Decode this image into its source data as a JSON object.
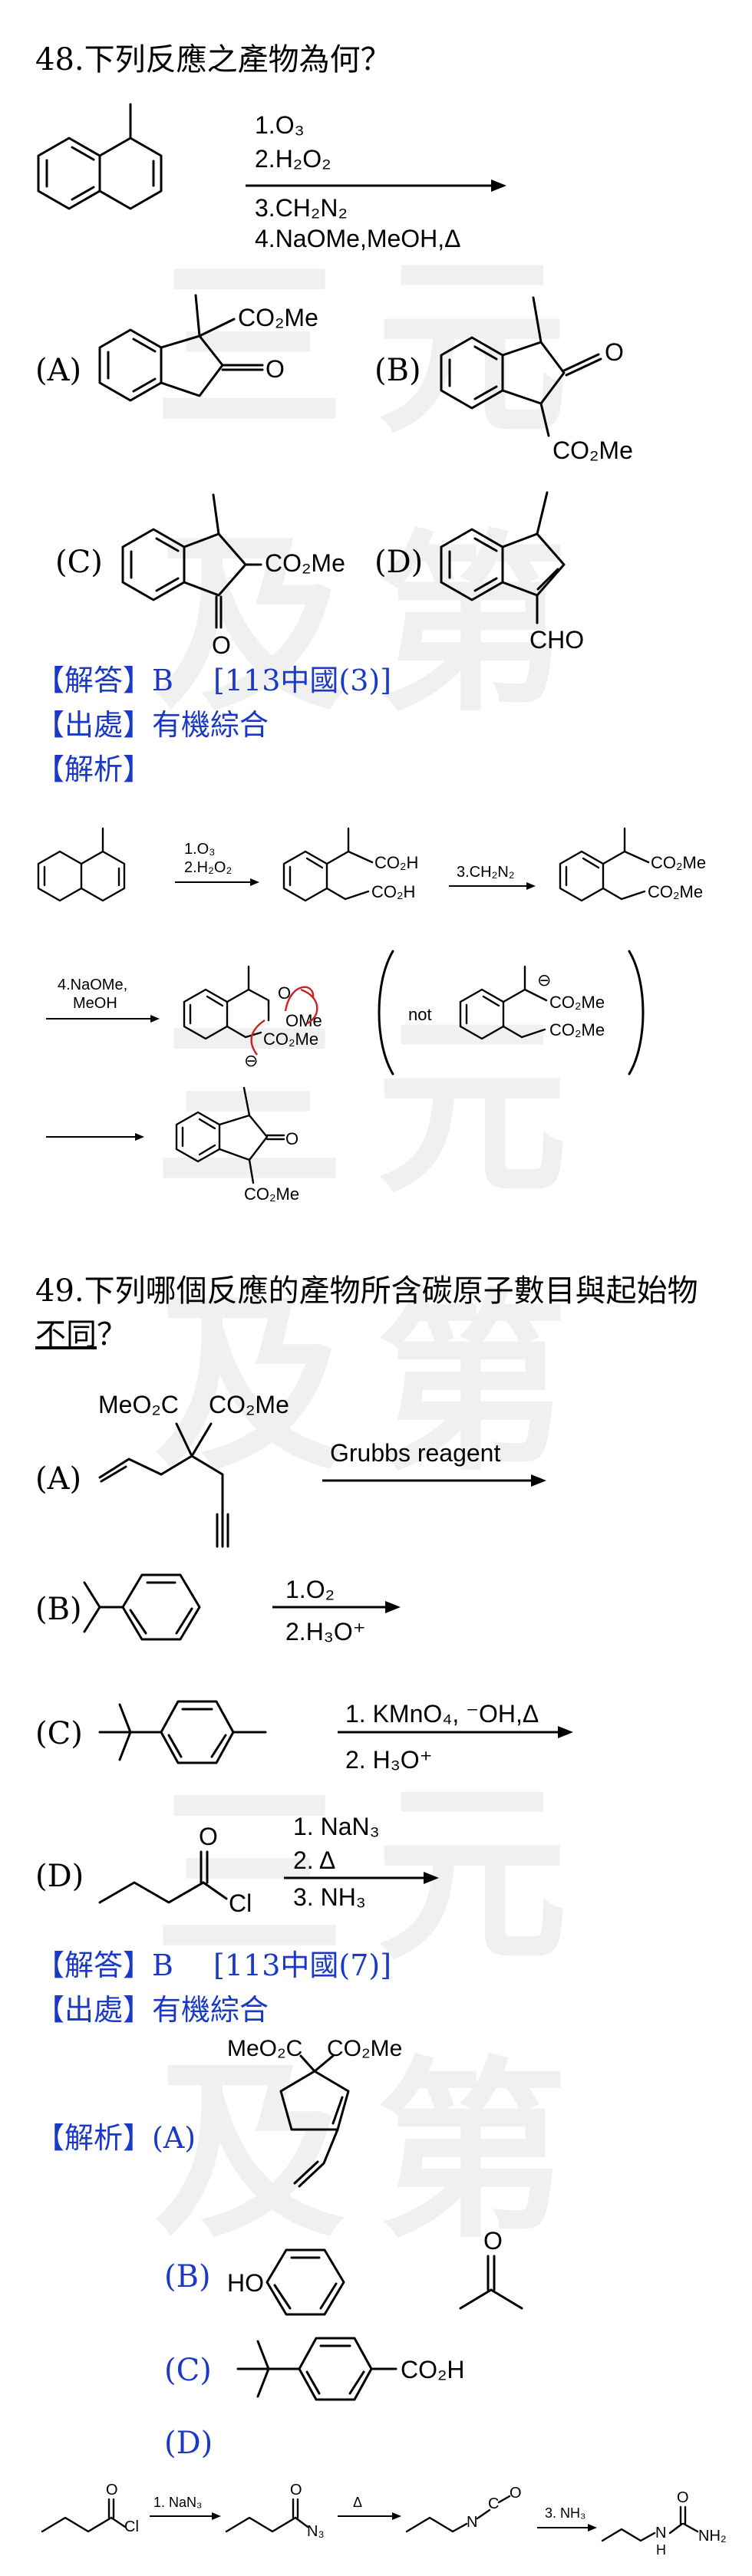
{
  "watermark": "三元及第",
  "q48": {
    "stem": "48.下列反應之產物為何？",
    "reagents": [
      "1.O₃",
      "2.H₂O₂",
      "3.CH₂N₂",
      "4.NaOMe,MeOH,Δ"
    ],
    "options": {
      "A": {
        "letter": "(A)",
        "groups": [
          "CO₂Me",
          "O"
        ]
      },
      "B": {
        "letter": "(B)",
        "groups": [
          "O",
          "CO₂Me"
        ]
      },
      "C": {
        "letter": "(C)",
        "groups": [
          "CO₂Me",
          "O"
        ]
      },
      "D": {
        "letter": "(D)",
        "groups": [
          "CHO"
        ]
      }
    },
    "answer_label": "【解答】",
    "answer": "B",
    "answer_source": "[113中國(3)]",
    "origin_label": "【出處】",
    "origin": "有機綜合",
    "analysis_label": "【解析】",
    "scheme": {
      "step1": [
        "1.O₃",
        "2.H₂O₂"
      ],
      "int1_groups": [
        "CO₂H",
        "CO₂H"
      ],
      "step2": "3.CH₂N₂",
      "int2_groups": [
        "CO₂Me",
        "CO₂Me"
      ],
      "step3": [
        "4.NaOMe,",
        "MeOH"
      ],
      "enolate_groups": [
        "O",
        "OMe",
        "CO₂Me",
        "⊖"
      ],
      "not_label": "not",
      "not_groups": [
        "⊖",
        "CO₂Me",
        "CO₂Me"
      ],
      "final_groups": [
        "O",
        "CO₂Me"
      ]
    }
  },
  "q49": {
    "stem_line1": "49.下列哪個反應的產物所含碳原子數目與起始物",
    "stem_underlined": "不同",
    "stem_end": "？",
    "options": {
      "A": {
        "letter": "(A)",
        "groups": [
          "MeO₂C",
          "CO₂Me"
        ],
        "reagent": "Grubbs reagent"
      },
      "B": {
        "letter": "(B)",
        "reagents": [
          "1.O₂",
          "2.H₃O⁺"
        ]
      },
      "C": {
        "letter": "(C)",
        "reagents": [
          "1. KMnO₄, ⁻OH,Δ",
          "2. H₃O⁺"
        ]
      },
      "D": {
        "letter": "(D)",
        "groups": [
          "O",
          "Cl"
        ],
        "reagents": [
          "1. NaN₃",
          "2. Δ",
          "3. NH₃"
        ]
      }
    },
    "answer_label": "【解答】",
    "answer": "B",
    "answer_source": "[113中國(7)]",
    "origin_label": "【出處】",
    "origin": "有機綜合",
    "analysis_label": "【解析】",
    "analysis": {
      "A": {
        "letter": "(A)",
        "groups": [
          "MeO₂C",
          "CO₂Me"
        ]
      },
      "B": {
        "letter": "(B)",
        "groups": [
          "HO",
          "O"
        ]
      },
      "C": {
        "letter": "(C)",
        "groups": [
          "CO₂H"
        ]
      },
      "D": {
        "letter": "(D)"
      },
      "scheme_d": {
        "start_groups": [
          "O",
          "Cl"
        ],
        "step1": "1. NaN₃",
        "azide_groups": [
          "O",
          "N₃"
        ],
        "step2": "Δ",
        "isocyanate_groups": [
          "N",
          "C",
          "O"
        ],
        "step3": "3. NH₃",
        "urea_groups": [
          "N",
          "H",
          "O",
          "NH₂"
        ]
      }
    }
  }
}
